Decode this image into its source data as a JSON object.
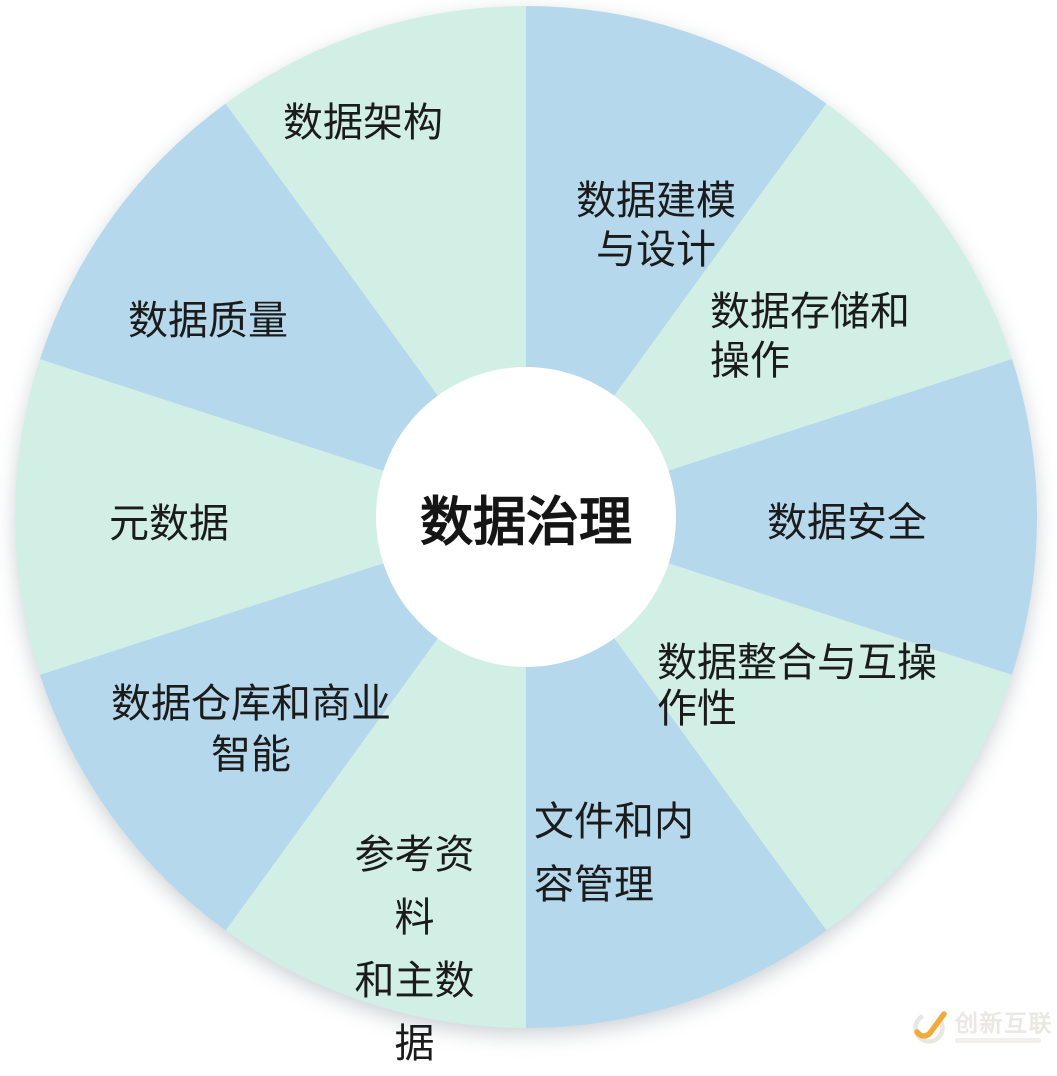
{
  "center": {
    "label": "数据治理"
  },
  "wheel": {
    "palette": {
      "mint": "#d2efe5",
      "blue": "#b6d8ec"
    },
    "segments": [
      {
        "id": "modeling",
        "label": "数据建模\n与设计",
        "color": "blue"
      },
      {
        "id": "storage",
        "label": "数据存储和\n操作",
        "color": "mint"
      },
      {
        "id": "security",
        "label": "数据安全",
        "color": "blue"
      },
      {
        "id": "integration",
        "label": "数据整合与互操\n作性",
        "color": "mint"
      },
      {
        "id": "document",
        "label": "文件和内\n容管理",
        "color": "blue"
      },
      {
        "id": "reference",
        "label": "参考资料\n和主数据",
        "color": "mint"
      },
      {
        "id": "warehouse",
        "label": "数据仓库和商业\n智能",
        "color": "blue"
      },
      {
        "id": "metadata",
        "label": "元数据",
        "color": "mint"
      },
      {
        "id": "quality",
        "label": "数据质量",
        "color": "blue"
      },
      {
        "id": "architecture",
        "label": "数据架构",
        "color": "mint"
      }
    ]
  },
  "watermark": {
    "text": "创新互联",
    "logo": "c-swoosh-logo",
    "logo_swoosh_color": "#f2aa3d",
    "logo_ring_color": "#e9e7e2"
  }
}
